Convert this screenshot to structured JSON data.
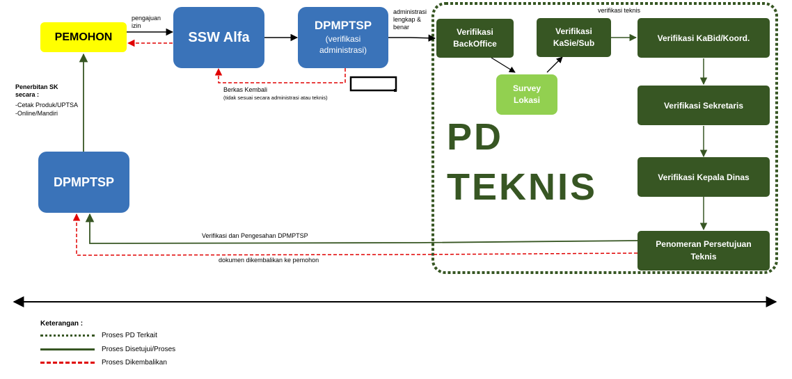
{
  "boxes": {
    "pemohon": "PEMOHON",
    "ssw": "SSW Alfa",
    "dpmptsp_top_title": "DPMPTSP",
    "dpmptsp_top_sub": "(verifikasi administrasi)",
    "dpmptsp_left": "DPMPTSP",
    "verif_backoffice": "Verifikasi BackOffice",
    "verif_kasie": "Verifikasi KaSie/Sub",
    "verif_kabid": "Verifikasi KaBid/Koord.",
    "survey": "Survey Lokasi",
    "verif_sekretaris": "Verifikasi Sekretaris",
    "verif_kadis": "Verifikasi Kepala Dinas",
    "penomeran": "Penomeran Persetujuan Teknis"
  },
  "pd_teknis": {
    "line1": "PD",
    "line2": "TEKNIS"
  },
  "labels": {
    "pengajuan": "pengajuan izin",
    "administrasi": "administrasi lengkap & benar",
    "verifikasi_teknis": "verifikasi teknis",
    "berkas_kembali": "Berkas Kembali",
    "berkas_note": "(tidak sesuai secara administrasi atau teknis)",
    "penerbitan_title": "Penerbitan SK secara :",
    "penerbitan_item1": "-Cetak Produk/UPTSA",
    "penerbitan_item2": "-Online/Mandiri",
    "verifikasi_pengesahan": "Verifikasi dan Pengesahan DPMPTSP",
    "dokumen_kembali": "dokumen dikembalikan ke pemohon"
  },
  "legend": {
    "title": "Keterangan :",
    "items": [
      {
        "style": "dotted",
        "color": "#375623",
        "label": "Proses PD Terkait"
      },
      {
        "style": "solid",
        "color": "#375623",
        "label": "Proses Disetujui/Proses"
      },
      {
        "style": "dashed",
        "color": "#e00000",
        "label": "Proses Dikembalikan"
      }
    ]
  },
  "colors": {
    "blue": "#3a73b9",
    "dark_green": "#375623",
    "light_green": "#92d050",
    "yellow": "#ffff00",
    "red": "#e00000"
  }
}
